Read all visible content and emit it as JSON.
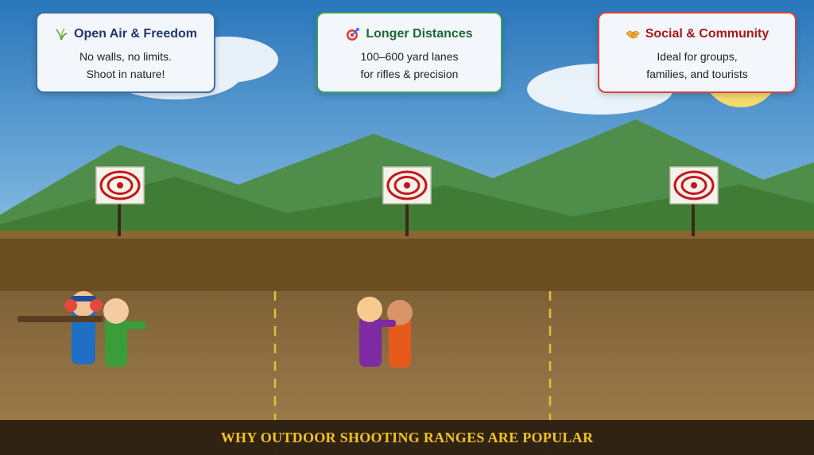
{
  "cards": [
    {
      "title": "Open Air & Freedom",
      "lines": [
        "No walls, no limits.",
        "Shoot in nature!"
      ],
      "icon": "grass-icon"
    },
    {
      "title": "Longer Distances",
      "lines": [
        "100–600 yard lanes",
        "for rifles & precision"
      ],
      "icon": "target-icon"
    },
    {
      "title": "Social & Community",
      "lines": [
        "Ideal for groups,",
        "families, and tourists"
      ],
      "icon": "handshake-icon"
    }
  ],
  "footer": {
    "title": "WHY OUTDOOR SHOOTING RANGES ARE POPULAR"
  },
  "colors": {
    "sky_top": "#2f7fc0",
    "sky_bottom": "#7bb6e0",
    "mountain_back": "#4f8e4a",
    "mountain_front": "#3f7a35",
    "berm": "#6b4f22",
    "ground": "#8f6f44",
    "target_red": "#c4161c"
  }
}
